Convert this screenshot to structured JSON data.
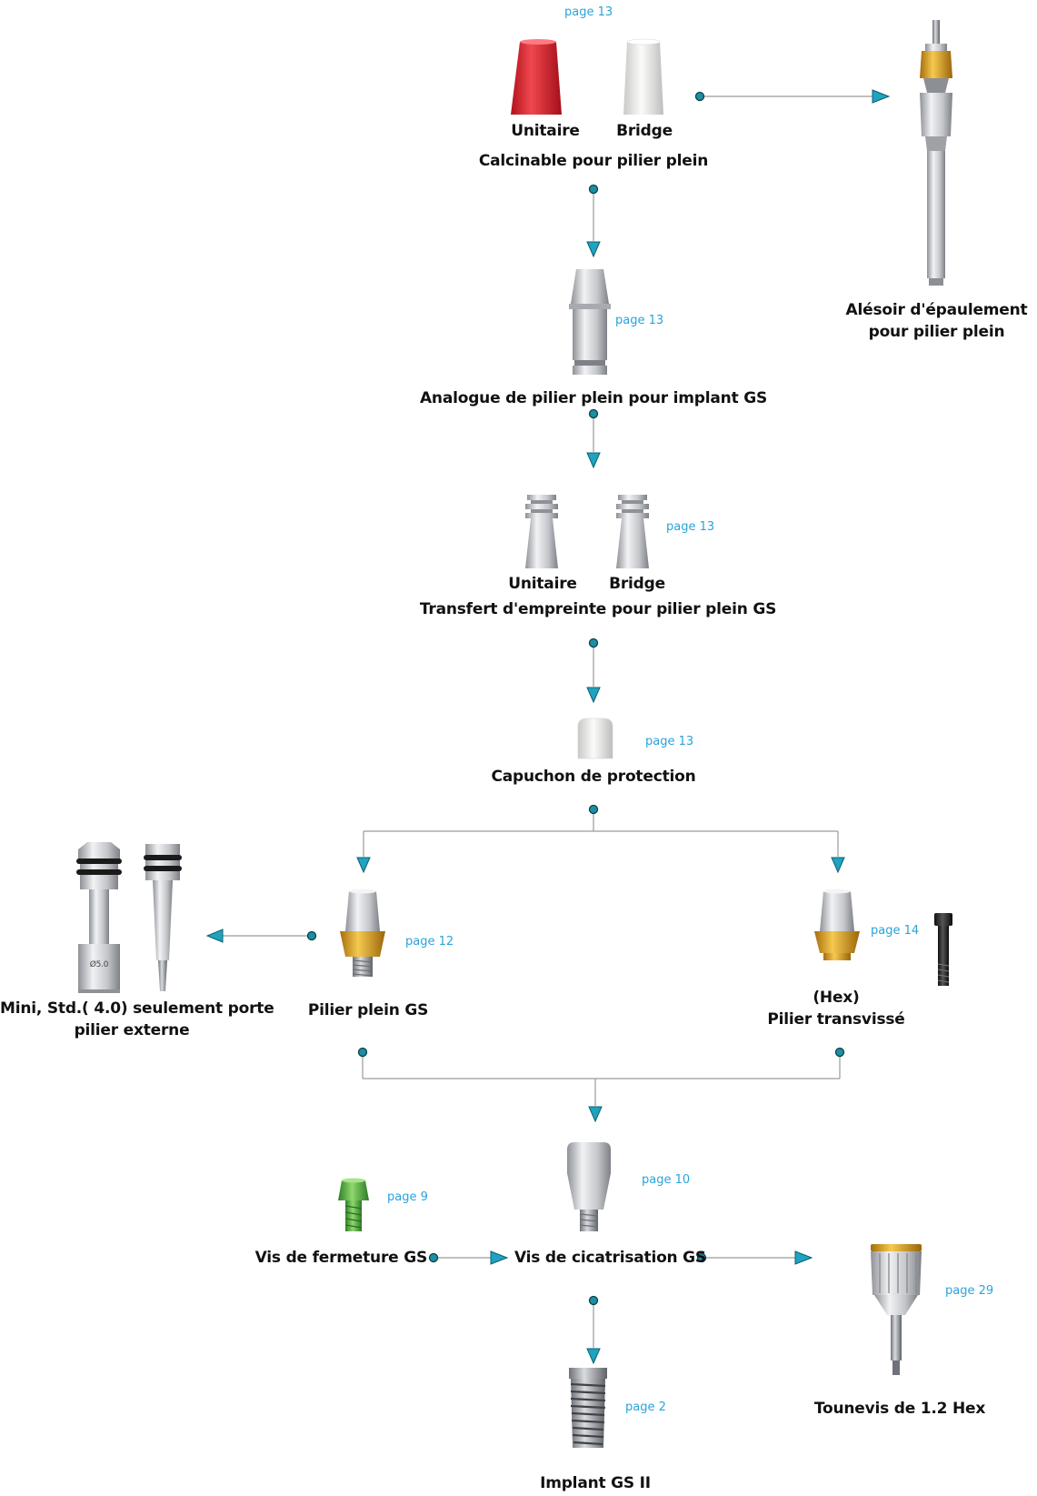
{
  "colors": {
    "page_link": "#2aa3da",
    "dot": "#1d8fa3",
    "arrow": "#1fa3bf",
    "line": "#9a9a9a",
    "red_part": "#e3262f",
    "gold_part": "#e0a92b",
    "green_part": "#5ab84a",
    "titanium": "#c7c9cc"
  },
  "nodes": {
    "calcinable": {
      "page": "page 13",
      "sub_a": "Unitaire",
      "sub_b": "Bridge",
      "title": "Calcinable pour pilier plein",
      "icons": [
        "red-burnout-cap-icon",
        "white-burnout-cap-icon"
      ]
    },
    "alesoir": {
      "line1": "Alésoir d'épaulement",
      "line2": "pour pilier plein",
      "icon": "shoulder-reamer-icon"
    },
    "analogue": {
      "page": "page 13",
      "title": "Analogue de pilier plein pour implant GS",
      "icon": "abutment-analog-icon"
    },
    "transfert": {
      "page": "page 13",
      "sub_a": "Unitaire",
      "sub_b": "Bridge",
      "title": "Transfert d'empreinte pour pilier plein GS",
      "icons": [
        "impression-coping-single-icon",
        "impression-coping-bridge-icon"
      ]
    },
    "capuchon": {
      "page": "page 13",
      "title": "Capuchon de protection",
      "icon": "protection-cap-icon"
    },
    "porte_pilier": {
      "line1": "Mini, Std.( 4.0) seulement porte",
      "line2": "pilier externe",
      "engraving": "Ø5.0",
      "icons": [
        "abutment-holder-large-icon",
        "abutment-holder-slim-icon"
      ]
    },
    "pilier_plein": {
      "page": "page 12",
      "title": "Pilier plein GS",
      "icon": "solid-abutment-icon"
    },
    "pilier_transvisse": {
      "page": "page 14",
      "line1": "(Hex)",
      "line2": "Pilier transvissé",
      "icons": [
        "hex-abutment-icon",
        "abutment-screw-icon"
      ]
    },
    "vis_fermeture": {
      "page": "page 9",
      "title": "Vis de fermeture GS",
      "icon": "cover-screw-icon"
    },
    "vis_cicatrisation": {
      "page": "page 10",
      "title": "Vis de cicatrisation GS",
      "icon": "healing-abutment-icon"
    },
    "tournevis": {
      "page": "page 29",
      "title": "Tounevis de 1.2 Hex",
      "icon": "hex-driver-icon"
    },
    "implant": {
      "page": "page 2",
      "title": "Implant GS II",
      "icon": "implant-icon"
    }
  }
}
